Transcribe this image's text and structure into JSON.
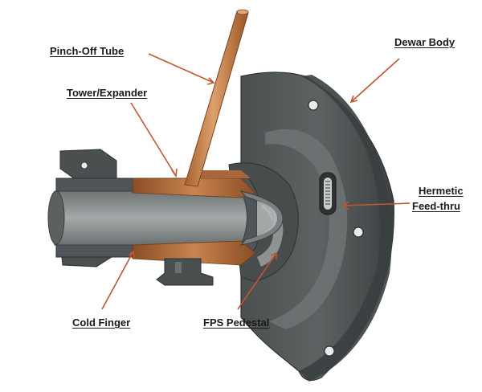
{
  "colors": {
    "metal_dark": "#3e4344",
    "metal_mid": "#5a5f60",
    "metal_light": "#7b8081",
    "metal_highlight": "#9a9fa0",
    "copper": "#b9713f",
    "copper_dark": "#8a4d24",
    "copper_light": "#d99a66",
    "leader_line": "#c0562f"
  },
  "labels": {
    "pinch_off_tube": "Pinch-Off Tube",
    "tower_expander": "Tower/Expander",
    "dewar_body": "Dewar Body",
    "hermetic_line1": "Hermetic",
    "hermetic_line2": "Feed-thru",
    "cold_finger": "Cold Finger",
    "fps_pedestal": "FPS Pedestal"
  }
}
